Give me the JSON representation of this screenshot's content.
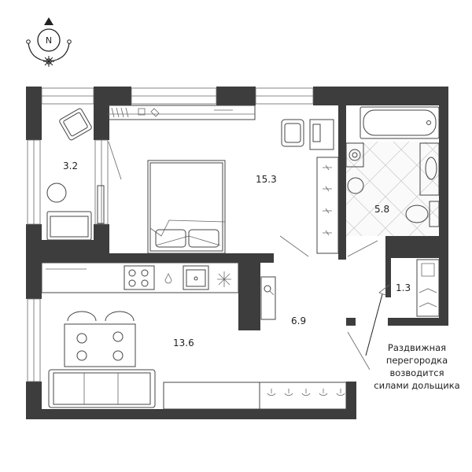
{
  "compass": {
    "north_label": "N"
  },
  "rooms": [
    {
      "id": "balcony",
      "area": "3.2"
    },
    {
      "id": "bedroom",
      "area": "15.3"
    },
    {
      "id": "bathroom",
      "area": "5.8"
    },
    {
      "id": "kitchen",
      "area": "13.6"
    },
    {
      "id": "hall",
      "area": "6.9"
    },
    {
      "id": "closet",
      "area": "1.3"
    }
  ],
  "note": {
    "lines": [
      "Раздвижная",
      "перегородка",
      "возводится",
      "силами дольщика"
    ]
  },
  "colors": {
    "wall": "#3d3d3d",
    "furniture_stroke": "#444444",
    "tile": "#c8c8c8"
  }
}
